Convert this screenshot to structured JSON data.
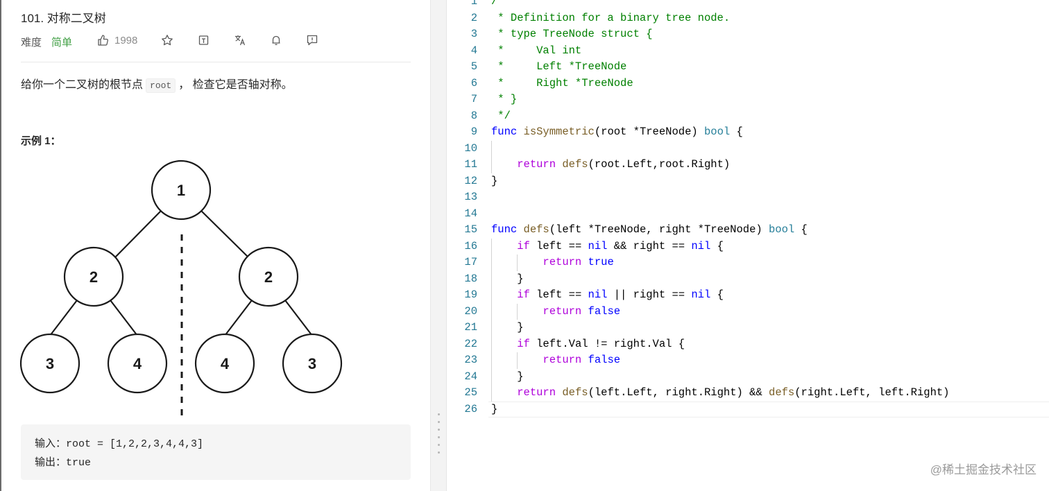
{
  "problem": {
    "title": "101. 对称二叉树",
    "difficulty_label": "难度",
    "difficulty_value": "简单",
    "like_count": "1998",
    "icons": [
      "thumbs-up-icon",
      "star-icon",
      "share-icon",
      "translate-icon",
      "bell-icon",
      "feedback-icon"
    ],
    "description_before": "给你一个二叉树的根节点",
    "description_code": "root",
    "description_after": "， 检查它是否轴对称。",
    "example_heading": "示例 1：",
    "tree_nodes": [
      {
        "label": "1"
      },
      {
        "label": "2"
      },
      {
        "label": "2"
      },
      {
        "label": "3"
      },
      {
        "label": "4"
      },
      {
        "label": "4"
      },
      {
        "label": "3"
      }
    ],
    "input_label": "输入：",
    "input_value": "root = [1,2,2,3,4,4,3]",
    "output_label": "输出：",
    "output_value": "true"
  },
  "editor": {
    "current_line": 26,
    "colors": {
      "keyword": "#0000ff",
      "control": "#af00db",
      "type": "#267f99",
      "func": "#795e26",
      "comment": "#008000",
      "default": "#000000",
      "gutter": "#237893"
    },
    "lines": [
      [
        [
          "/**",
          "#008000"
        ]
      ],
      [
        [
          " * Definition for a binary tree node.",
          "#008000"
        ]
      ],
      [
        [
          " * type TreeNode struct {",
          "#008000"
        ]
      ],
      [
        [
          " *     Val int",
          "#008000"
        ]
      ],
      [
        [
          " *     Left *TreeNode",
          "#008000"
        ]
      ],
      [
        [
          " *     Right *TreeNode",
          "#008000"
        ]
      ],
      [
        [
          " * }",
          "#008000"
        ]
      ],
      [
        [
          " */",
          "#008000"
        ]
      ],
      [
        [
          "func ",
          "#0000ff"
        ],
        [
          "isSymmetric",
          "#795e26"
        ],
        [
          "(root *TreeNode) ",
          "#000000"
        ],
        [
          "bool",
          "#267f99"
        ],
        [
          " {",
          "#000000"
        ]
      ],
      [],
      [
        [
          "    ",
          "#000000"
        ],
        [
          "return",
          "#af00db"
        ],
        [
          " ",
          "#000000"
        ],
        [
          "defs",
          "#795e26"
        ],
        [
          "(root.Left,root.Right)",
          "#000000"
        ]
      ],
      [
        [
          "}",
          "#000000"
        ]
      ],
      [],
      [],
      [
        [
          "func ",
          "#0000ff"
        ],
        [
          "defs",
          "#795e26"
        ],
        [
          "(left *TreeNode, right *TreeNode) ",
          "#000000"
        ],
        [
          "bool",
          "#267f99"
        ],
        [
          " {",
          "#000000"
        ]
      ],
      [
        [
          "    ",
          "#000000"
        ],
        [
          "if",
          "#af00db"
        ],
        [
          " left == ",
          "#000000"
        ],
        [
          "nil",
          "#0000ff"
        ],
        [
          " && right == ",
          "#000000"
        ],
        [
          "nil",
          "#0000ff"
        ],
        [
          " {",
          "#000000"
        ]
      ],
      [
        [
          "        ",
          "#000000"
        ],
        [
          "return",
          "#af00db"
        ],
        [
          " ",
          "#000000"
        ],
        [
          "true",
          "#0000ff"
        ]
      ],
      [
        [
          "    }",
          "#000000"
        ]
      ],
      [
        [
          "    ",
          "#000000"
        ],
        [
          "if",
          "#af00db"
        ],
        [
          " left == ",
          "#000000"
        ],
        [
          "nil",
          "#0000ff"
        ],
        [
          " || right == ",
          "#000000"
        ],
        [
          "nil",
          "#0000ff"
        ],
        [
          " {",
          "#000000"
        ]
      ],
      [
        [
          "        ",
          "#000000"
        ],
        [
          "return",
          "#af00db"
        ],
        [
          " ",
          "#000000"
        ],
        [
          "false",
          "#0000ff"
        ]
      ],
      [
        [
          "    }",
          "#000000"
        ]
      ],
      [
        [
          "    ",
          "#000000"
        ],
        [
          "if",
          "#af00db"
        ],
        [
          " left.Val != right.Val {",
          "#000000"
        ]
      ],
      [
        [
          "        ",
          "#000000"
        ],
        [
          "return",
          "#af00db"
        ],
        [
          " ",
          "#000000"
        ],
        [
          "false",
          "#0000ff"
        ]
      ],
      [
        [
          "    }",
          "#000000"
        ]
      ],
      [
        [
          "    ",
          "#000000"
        ],
        [
          "return",
          "#af00db"
        ],
        [
          " ",
          "#000000"
        ],
        [
          "defs",
          "#795e26"
        ],
        [
          "(left.Left, right.Right) && ",
          "#000000"
        ],
        [
          "defs",
          "#795e26"
        ],
        [
          "(right.Left, left.Right)",
          "#000000"
        ]
      ],
      [
        [
          "}",
          "#000000"
        ]
      ]
    ]
  },
  "watermark": "@稀土掘金技术社区"
}
